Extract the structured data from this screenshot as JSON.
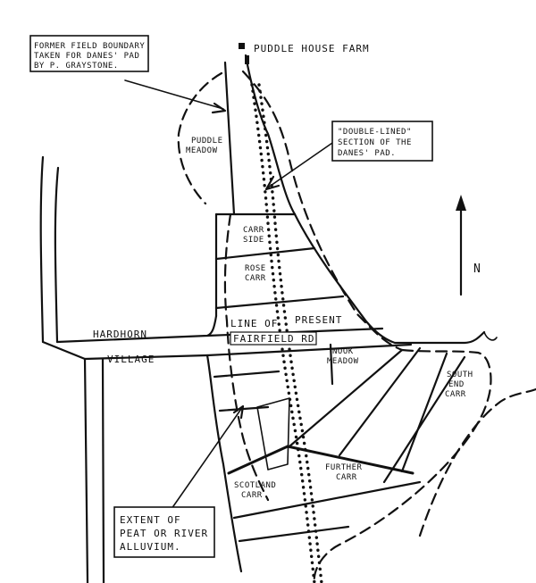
{
  "annotations": {
    "former_boundary": [
      "FORMER FIELD BOUNDARY",
      "TAKEN FOR DANES' PAD",
      "BY P. GRAYSTONE."
    ],
    "double_lined": [
      "\"DOUBLE-LINED\"",
      "SECTION OF THE",
      "DANES' PAD."
    ],
    "extent": [
      "EXTENT OF",
      "PEAT OR RIVER",
      "ALLUVIUM."
    ]
  },
  "places": {
    "puddle_house_farm": "PUDDLE HOUSE FARM",
    "hardhorn": "HARDHORN",
    "village": "VILLAGE",
    "line_of": "LINE OF",
    "present": "PRESENT",
    "fairfield_rd": "FAIRFIELD RD"
  },
  "fields": {
    "puddle_meadow": [
      "PUDDLE",
      "MEADOW"
    ],
    "carr_side": [
      "CARR",
      "SIDE"
    ],
    "rose_carr": [
      "ROSE",
      "CARR"
    ],
    "nook_meadow": [
      "NOOK",
      "MEADOW"
    ],
    "south_end_carr": [
      "SOUTH",
      "END",
      "CARR"
    ],
    "further_carr": [
      "FURTHER",
      "CARR"
    ],
    "scotland_carr": [
      "SCOTLAND",
      "CARR"
    ]
  },
  "north": "N",
  "colors": {
    "ink": "#111111",
    "paper": "#ffffff"
  }
}
